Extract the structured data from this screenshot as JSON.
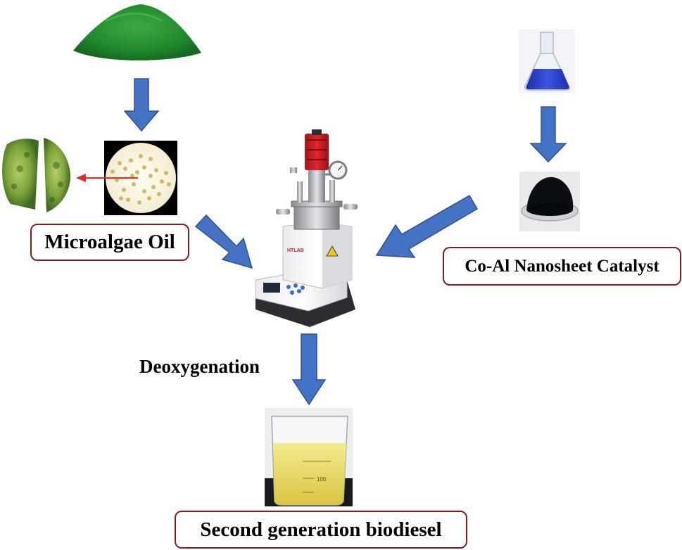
{
  "labels": {
    "microalgae_oil": "Microalgae Oil",
    "catalyst": "Co-Al Nanosheet Catalyst",
    "deoxygenation": "Deoxygenation",
    "biodiesel": "Second generation biodiesel"
  },
  "reactor": {
    "brand": "HTLAB"
  },
  "beaker": {
    "mark": "100"
  },
  "colors": {
    "arrow_fill": "#4472c4",
    "arrow_stroke": "#2f528f",
    "label_border": "#8b1a1a",
    "pointer_arrow": "#e8291c"
  }
}
